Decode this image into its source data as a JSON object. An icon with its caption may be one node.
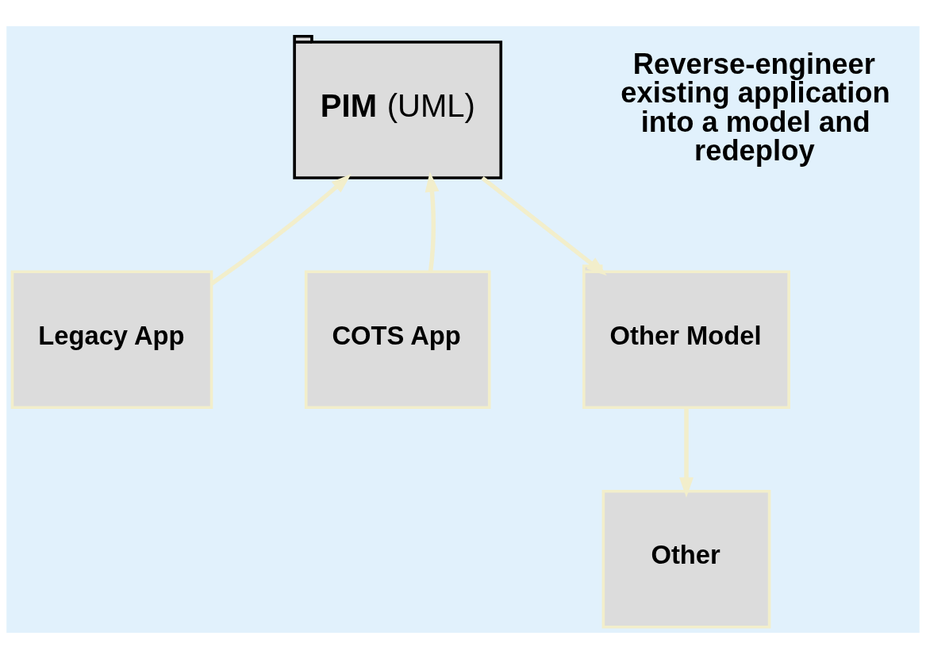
{
  "diagram": {
    "nodes": [
      {
        "text": [
          "**PIM** (UML)"
        ]
      },
      {
        "text": [
          "Legacy App"
        ]
      },
      {
        "text": [
          "COTS App"
        ]
      },
      {
        "text": [
          "Other Model"
        ]
      },
      {
        "text": [
          "Other"
        ]
      }
    ],
    "edges": [
      {
        "from": 1,
        "to": 0,
        "arrow": "to"
      },
      {
        "from": 2,
        "to": 0,
        "arrow": "to"
      },
      {
        "from": 0,
        "to": 3,
        "arrow": "to"
      },
      {
        "from": 3,
        "to": 4,
        "arrow": "to"
      }
    ],
    "labels": [
      "Reverse-engineer existing application into a model and redeploy"
    ]
  }
}
